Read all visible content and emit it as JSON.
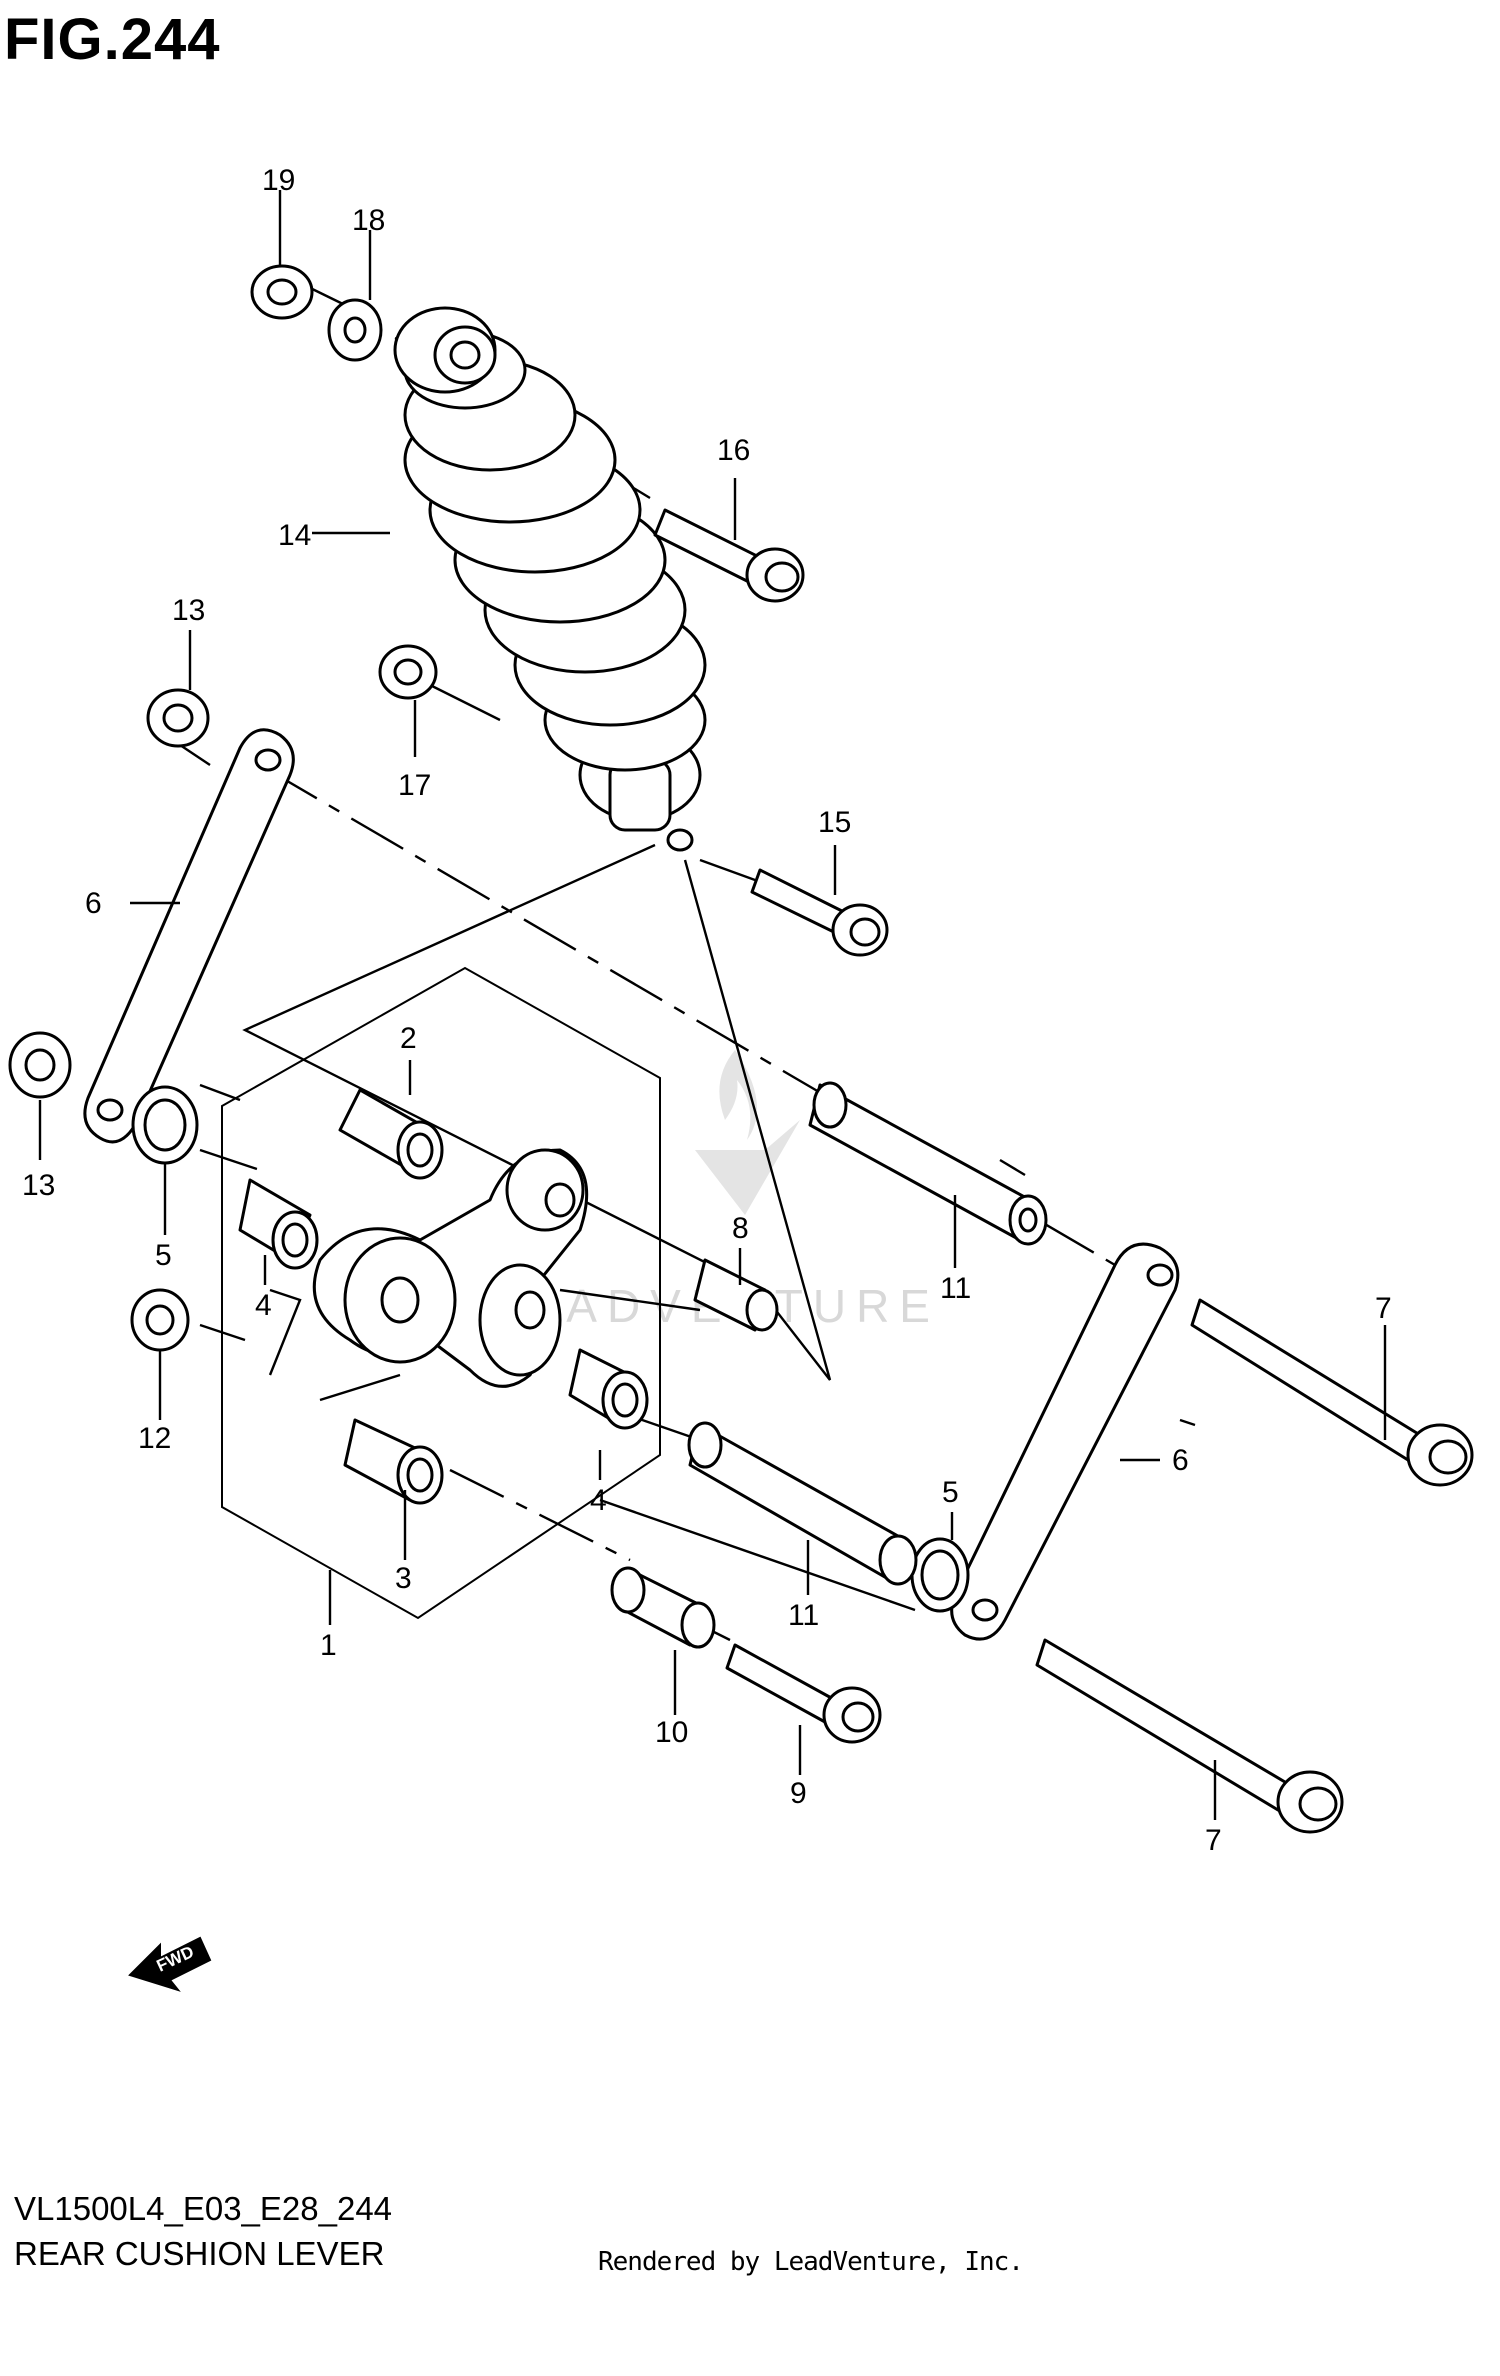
{
  "figure": {
    "title": "FIG.244"
  },
  "diagram": {
    "callouts": [
      "1",
      "2",
      "3",
      "4",
      "4",
      "5",
      "5",
      "6",
      "6",
      "7",
      "7",
      "8",
      "9",
      "10",
      "11",
      "11",
      "12",
      "13",
      "13",
      "14",
      "15",
      "16",
      "17",
      "18",
      "19"
    ],
    "watermark": "LEADVENTURE",
    "fwd_label": "FWD"
  },
  "footer": {
    "model_code": "VL1500L4_E03_E28_244",
    "caption": "REAR CUSHION LEVER",
    "rendered_by": "Rendered by LeadVenture, Inc."
  }
}
